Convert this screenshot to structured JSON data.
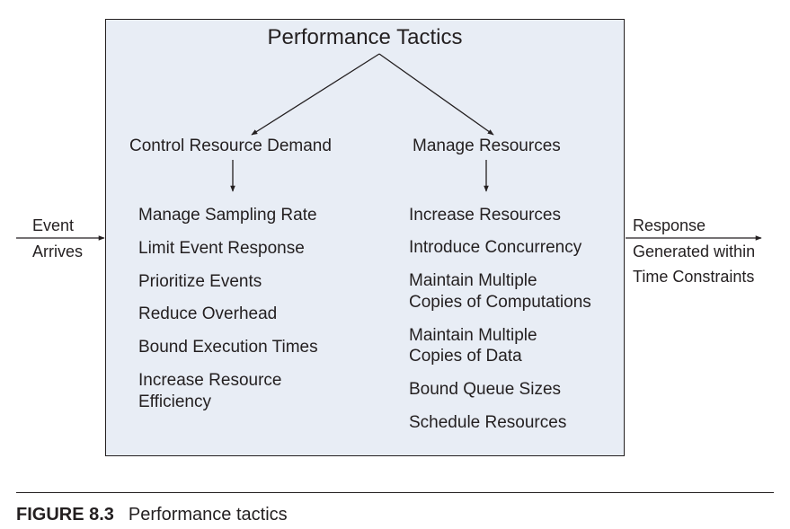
{
  "diagram": {
    "title": "Performance Tactics",
    "input": {
      "line1": "Event",
      "line2": "Arrives"
    },
    "output": {
      "line1": "Response",
      "line2": "Generated within",
      "line3": "Time Constraints"
    },
    "branches": [
      {
        "label": "Control Resource Demand",
        "tactics": [
          "Manage Sampling Rate",
          "Limit Event Response",
          "Prioritize Events",
          "Reduce Overhead",
          "Bound Execution Times",
          "Increase Resource",
          "Efficiency"
        ]
      },
      {
        "label": "Manage Resources",
        "tactics": [
          "Increase Resources",
          "Introduce Concurrency",
          "Maintain Multiple",
          "Copies of Computations",
          "Maintain Multiple",
          "Copies of Data",
          "Bound Queue Sizes",
          "Schedule Resources"
        ]
      }
    ]
  },
  "caption": {
    "label": "FIGURE 8.3",
    "text": "Performance tactics"
  },
  "colors": {
    "box_fill": "#e8edf5",
    "ink": "#231f20",
    "background": "#ffffff"
  }
}
